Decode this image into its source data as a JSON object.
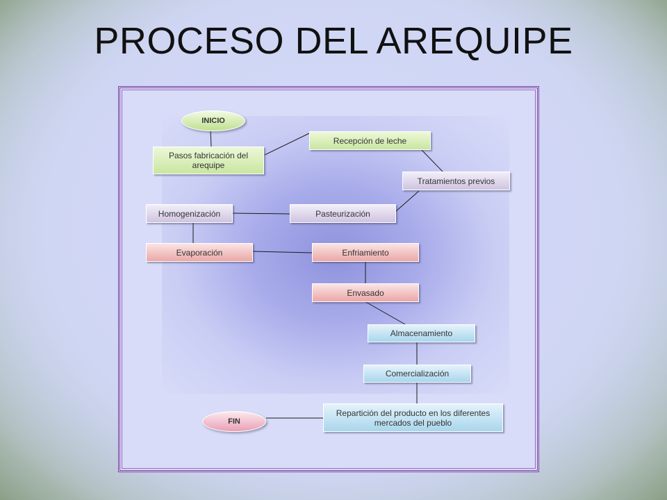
{
  "slide": {
    "title": "PROCESO DEL AREQUIPE"
  },
  "diagram": {
    "start": "INICIO",
    "end": "FIN",
    "steps": {
      "pasos": "Pasos fabricación del arequipe",
      "recepcion": "Recepción de leche",
      "tratamientos": "Tratamientos previos",
      "pasteurizacion": "Pasteurización",
      "homogenizacion": "Homogenización",
      "evaporacion": "Evaporación",
      "enfriamiento": "Enfriamiento",
      "envasado": "Envasado",
      "almacenamiento": "Almacenamiento",
      "comercializacion": "Comercialización",
      "reparticion": "Repartición del producto en los diferentes mercados del pueblo"
    }
  },
  "colors": {
    "frame_border": "#7a3f9f",
    "connector": "#1a1a1a",
    "node_green": "#c8e6a0",
    "node_purple": "#cfc4e0",
    "node_pink": "#eba7a7",
    "node_blue": "#a9d6ec"
  }
}
